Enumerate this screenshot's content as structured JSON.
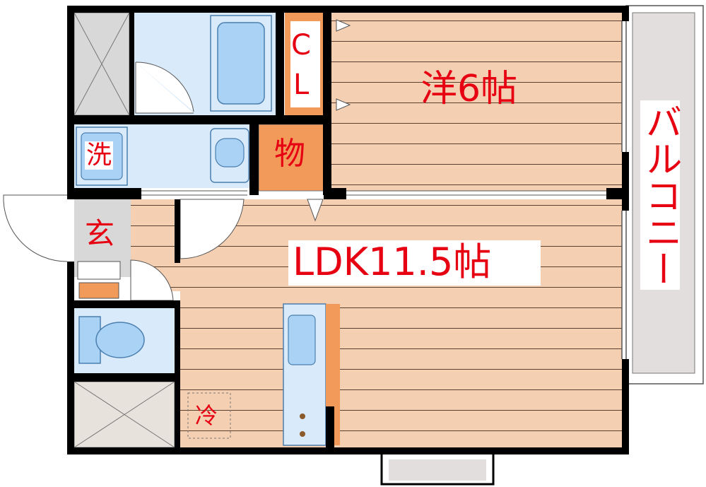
{
  "rooms": {
    "western": "洋6帖",
    "ldk": "LDK11.5帖",
    "closet_c": "C",
    "closet_l": "L",
    "storage": "物",
    "washroom": "洗",
    "entrance": "玄",
    "fridge": "冷",
    "balcony": "バルコニー"
  },
  "colors": {
    "wall": "#000000",
    "floor_wood": "#f4cfb2",
    "floor_line": "#5a4030",
    "wet_area": "#d9eafb",
    "fixture": "#a9d2f4",
    "fixture_stroke": "#4a7fb0",
    "storage": "#f19a5a",
    "closet_space": "#d8d8d8",
    "balcony": "#e2dede",
    "label": "#e60012"
  }
}
